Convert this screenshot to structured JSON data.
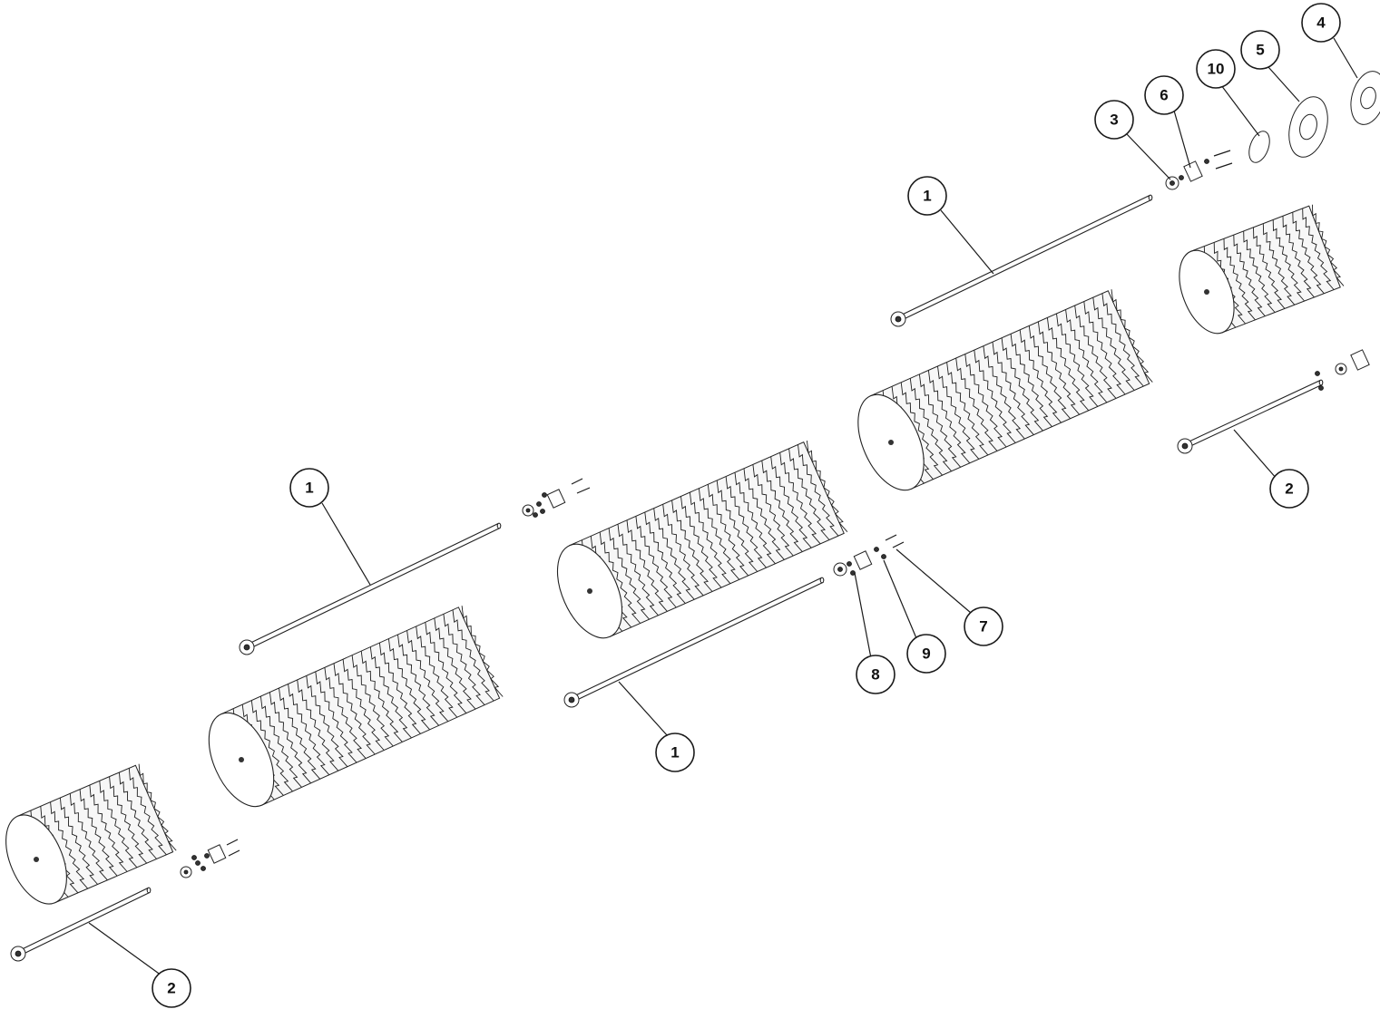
{
  "diagram": {
    "callouts": [
      {
        "label": "1"
      },
      {
        "label": "1"
      },
      {
        "label": "1"
      },
      {
        "label": "2"
      },
      {
        "label": "2"
      },
      {
        "label": "3"
      },
      {
        "label": "4"
      },
      {
        "label": "5"
      },
      {
        "label": "6"
      },
      {
        "label": "7"
      },
      {
        "label": "8"
      },
      {
        "label": "9"
      },
      {
        "label": "10"
      }
    ]
  }
}
